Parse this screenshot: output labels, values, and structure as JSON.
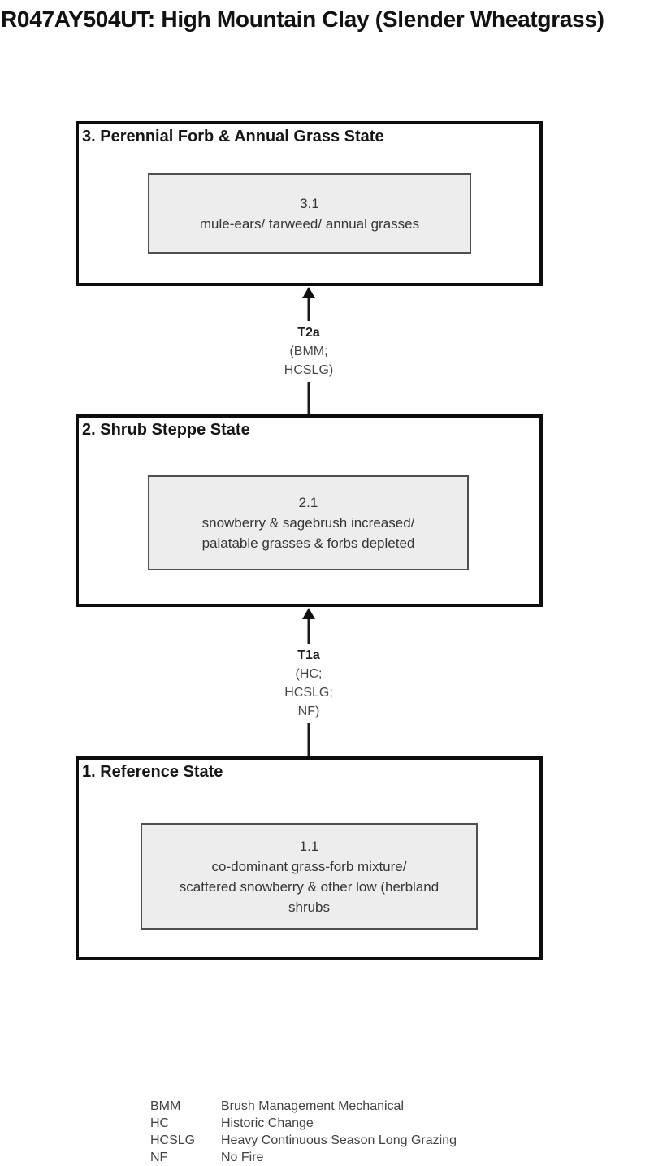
{
  "page": {
    "title": "R047AY504UT: High Mountain Clay (Slender Wheatgrass)"
  },
  "diagram": {
    "states": [
      {
        "title": "3. Perennial Forb & Annual Grass State",
        "community": {
          "code": "3.1",
          "lines": [
            "mule-ears/ tarweed/ annual grasses"
          ]
        }
      },
      {
        "title": "2. Shrub Steppe State",
        "community": {
          "code": "2.1",
          "lines": [
            "snowberry & sagebrush increased/",
            "palatable grasses & forbs depleted"
          ]
        }
      },
      {
        "title": "1. Reference State",
        "community": {
          "code": "1.1",
          "lines": [
            "co-dominant grass-forb mixture/",
            "scattered snowberry & other low (herbland",
            "shrubs"
          ]
        }
      }
    ],
    "transitions": [
      {
        "name": "T2a",
        "cause_lines": [
          "(BMM;",
          "HCSLG)"
        ]
      },
      {
        "name": "T1a",
        "cause_lines": [
          "(HC;",
          "HCSLG;",
          "NF)"
        ]
      }
    ]
  },
  "legend": {
    "items": [
      {
        "abbr": "BMM",
        "definition": "Brush Management Mechanical"
      },
      {
        "abbr": "HC",
        "definition": "Historic Change"
      },
      {
        "abbr": "HCSLG",
        "definition": "Heavy Continuous Season Long Grazing"
      },
      {
        "abbr": "NF",
        "definition": "No Fire"
      }
    ]
  }
}
